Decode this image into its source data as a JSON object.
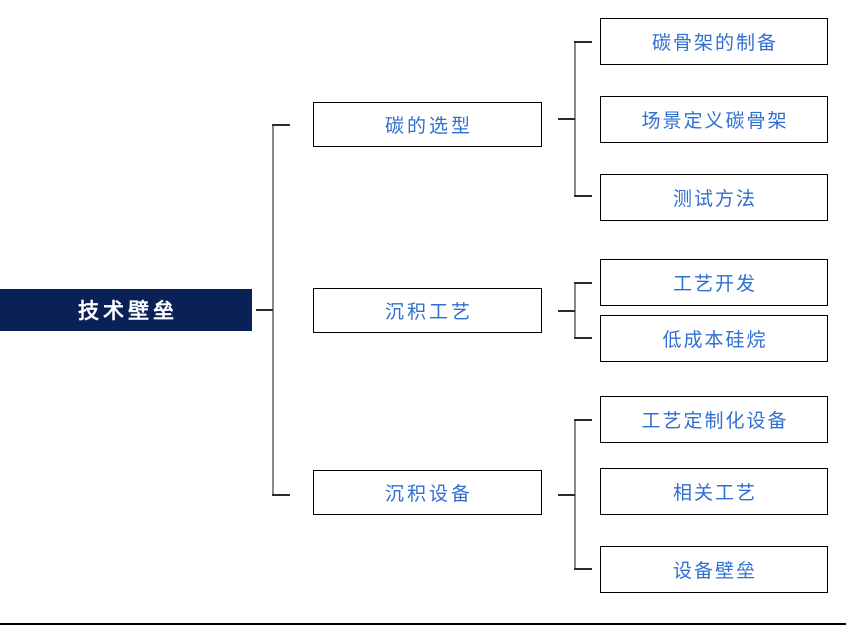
{
  "diagram": {
    "type": "tree-map",
    "title": "技术壁垒",
    "accent_color": "#0a2157",
    "node_text_color": "#2f6fd0",
    "node_border_color": "#000000",
    "connector_color": "#8a8a8a",
    "background_color": "#ffffff"
  },
  "root": {
    "label": "技术壁垒"
  },
  "branches": [
    {
      "label": "碳的选型",
      "children": [
        {
          "label": "碳骨架的制备"
        },
        {
          "label": "场景定义碳骨架"
        },
        {
          "label": "测试方法"
        }
      ]
    },
    {
      "label": "沉积工艺",
      "children": [
        {
          "label": "工艺开发"
        },
        {
          "label": "低成本硅烷"
        }
      ]
    },
    {
      "label": "沉积设备",
      "children": [
        {
          "label": "工艺定制化设备"
        },
        {
          "label": "相关工艺"
        },
        {
          "label": "设备壁垒"
        }
      ]
    }
  ]
}
